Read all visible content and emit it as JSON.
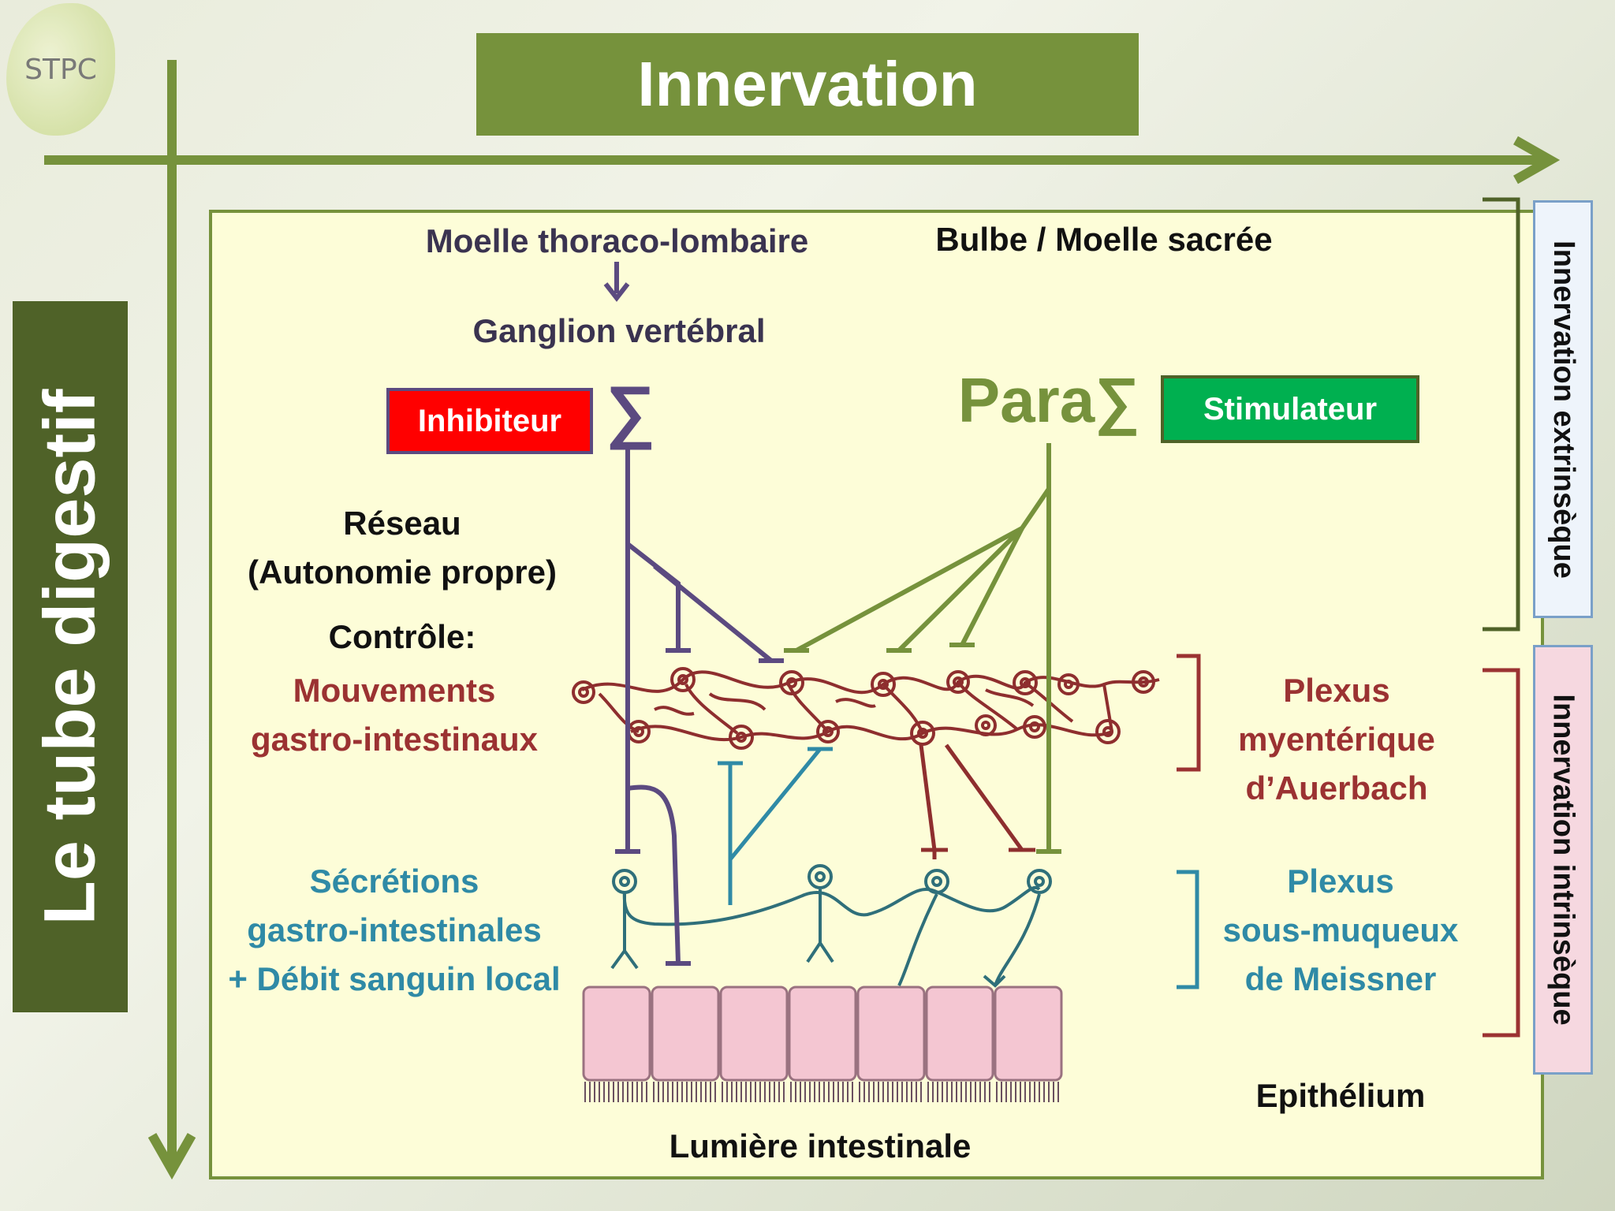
{
  "logo": {
    "text": "STPC"
  },
  "title": "Innervation",
  "vertical_title": "Le tube digestif",
  "side": {
    "extrinsic": "Innervation extrinsèque",
    "intrinsic": "Innervation intrinsèque"
  },
  "labels": {
    "moelle_thoraco": "Moelle thoraco-lombaire",
    "bulbe": "Bulbe / Moelle sacrée",
    "ganglion": "Ganglion vertébral",
    "inhibiteur": "Inhibiteur",
    "sigma": "∑",
    "para": "Para∑",
    "stimulateur": "Stimulateur",
    "reseau_1": "Réseau",
    "reseau_2": "(Autonomie propre)",
    "controle": "Contrôle:",
    "mouvements_1": "Mouvements",
    "mouvements_2": "gastro-intestinaux",
    "plexus_m_1": "Plexus",
    "plexus_m_2": "myentérique",
    "plexus_m_3": "d’Auerbach",
    "secretions_1": "Sécrétions",
    "secretions_2": "gastro-intestinales",
    "secretions_3": "+ Débit sanguin local",
    "plexus_s_1": "Plexus",
    "plexus_s_2": "sous-muqueux",
    "plexus_s_3": "de Meissner",
    "epithelium": "Epithélium",
    "lumiere": "Lumière intestinale"
  },
  "colors": {
    "green": "#76923c",
    "dark_green": "#4f6228",
    "purple": "#5b4a80",
    "maroon": "#8e2e2e",
    "teal": "#2f8aa6",
    "inhibiteur": "#ff0000",
    "stimulateur": "#00b050",
    "epithelium": "#f4c6d2"
  }
}
